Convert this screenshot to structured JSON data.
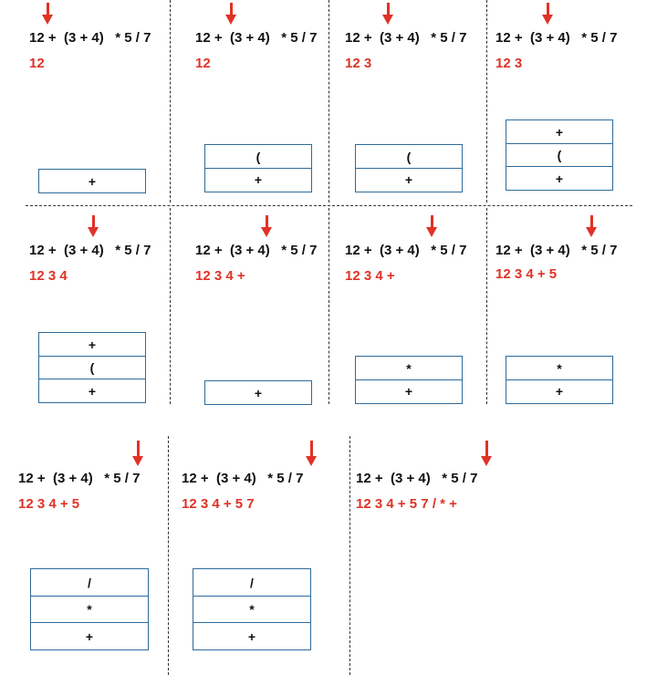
{
  "colors": {
    "arrow": "#e03226",
    "output_text": "#e03226",
    "stack_border": "#2e6b9a",
    "divider": "#333333"
  },
  "expression": "12 +  (3 + 4)   * 5 / 7",
  "panels": [
    {
      "output": "12",
      "stack": [
        "+"
      ]
    },
    {
      "output": "12",
      "stack": [
        "(",
        "+"
      ]
    },
    {
      "output": "12 3",
      "stack": [
        "(",
        "+"
      ]
    },
    {
      "output": "12 3",
      "stack": [
        "+",
        "(",
        "+"
      ]
    },
    {
      "output": "12 3 4",
      "stack": [
        "+",
        "(",
        "+"
      ]
    },
    {
      "output": "12 3 4 +",
      "stack": [
        "+"
      ]
    },
    {
      "output": "12 3 4 +",
      "stack": [
        "*",
        "+"
      ]
    },
    {
      "output": "12 3 4 + 5",
      "stack": [
        "*",
        "+"
      ]
    },
    {
      "output": "12 3 4 + 5",
      "stack": [
        "/",
        "*",
        "+"
      ]
    },
    {
      "output": "12 3 4 + 5 7",
      "stack": [
        "/",
        "*",
        "+"
      ]
    },
    {
      "output": "12 3 4 + 5 7 / * +",
      "stack": []
    }
  ]
}
